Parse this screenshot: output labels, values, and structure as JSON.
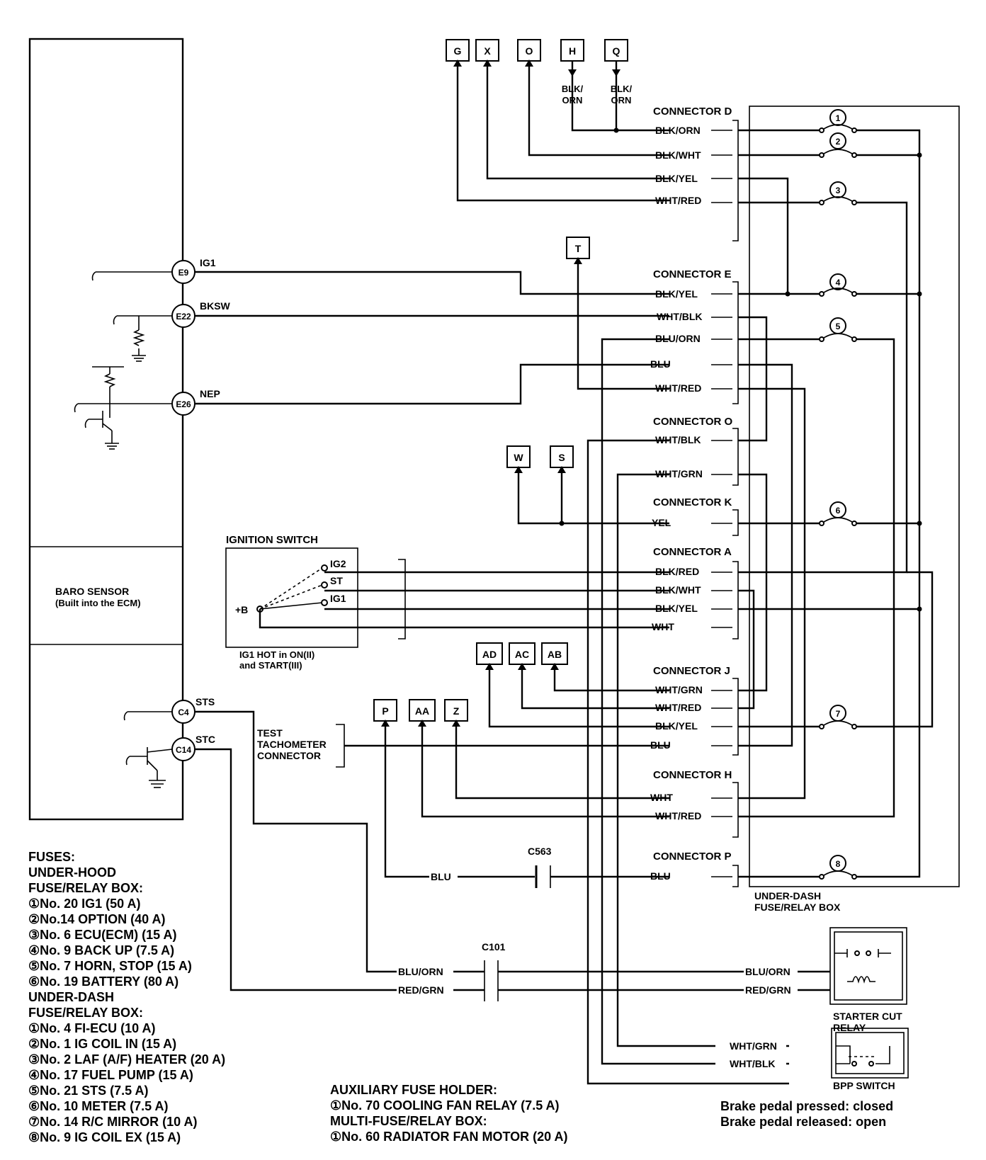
{
  "terminals": {
    "G": "G",
    "X": "X",
    "O": "O",
    "H": "H",
    "Q": "Q",
    "T": "T",
    "W": "W",
    "S": "S",
    "AD": "AD",
    "AC": "AC",
    "AB": "AB",
    "P": "P",
    "AA": "AA",
    "Z": "Z"
  },
  "terminal_wires": {
    "h_line1": "BLK/",
    "h_line2": "ORN",
    "q_line1": "BLK/",
    "q_line2": "ORN"
  },
  "ecm_pins": {
    "e9": "E9",
    "e9_sig": "IG1",
    "e22": "E22",
    "e22_sig": "BKSW",
    "e26": "E26",
    "e26_sig": "NEP",
    "c4": "C4",
    "c4_sig": "STS",
    "c14": "C14",
    "c14_sig": "STC"
  },
  "baro_sensor": {
    "line1": "BARO SENSOR",
    "line2": "(Built into the ECM)"
  },
  "connectors": {
    "d": {
      "name": "CONNECTOR D",
      "wires": [
        "BLK/ORN",
        "BLK/WHT",
        "BLK/YEL",
        "WHT/RED"
      ]
    },
    "e": {
      "name": "CONNECTOR E",
      "wires": [
        "BLK/YEL",
        "WHT/BLK",
        "BLU/ORN",
        "BLU",
        "WHT/RED"
      ]
    },
    "o": {
      "name": "CONNECTOR O",
      "wires": [
        "WHT/BLK",
        "WHT/GRN"
      ]
    },
    "k": {
      "name": "CONNECTOR K",
      "wires": [
        "YEL"
      ]
    },
    "a": {
      "name": "CONNECTOR A",
      "wires": [
        "BLK/RED",
        "BLK/WHT",
        "BLK/YEL",
        "WHT"
      ]
    },
    "j": {
      "name": "CONNECTOR J",
      "wires": [
        "WHT/GRN",
        "WHT/RED",
        "BLK/YEL",
        "BLU"
      ]
    },
    "h": {
      "name": "CONNECTOR H",
      "wires": [
        "WHT",
        "WHT/RED"
      ]
    },
    "p": {
      "name": "CONNECTOR P",
      "wires": [
        "BLU"
      ]
    }
  },
  "fuse_numbers": [
    "1",
    "2",
    "3",
    "4",
    "5",
    "6",
    "7",
    "8"
  ],
  "ignition_switch": {
    "title": "IGNITION SWITCH",
    "b": "+B",
    "ig2": "IG2",
    "st": "ST",
    "ig1": "IG1",
    "note1": "IG1 HOT in ON(II)",
    "note2": "and START(III)"
  },
  "test_tach": {
    "line1": "TEST",
    "line2": "TACHOMETER",
    "line3": "CONNECTOR"
  },
  "c563": {
    "name": "C563",
    "left_wire": "BLU",
    "right_wire": "BLU"
  },
  "c101": {
    "name": "C101",
    "wires": [
      "BLU/ORN",
      "RED/GRN"
    ]
  },
  "under_dash_box": {
    "line1": "UNDER-DASH",
    "line2": "FUSE/RELAY BOX"
  },
  "starter_relay": {
    "line1": "STARTER CUT",
    "line2": "RELAY",
    "wires": [
      "BLU/ORN",
      "RED/GRN"
    ]
  },
  "bpp_switch": {
    "name": "BPP SWITCH",
    "wires": [
      "WHT/GRN",
      "WHT/BLK"
    ]
  },
  "brake_note": [
    "Brake pedal pressed: closed",
    "Brake pedal released: open"
  ],
  "legend": {
    "lines": [
      "FUSES:",
      "UNDER-HOOD",
      "FUSE/RELAY BOX:",
      "①No. 20 IG1 (50 A)",
      "②No.14 OPTION (40 A)",
      "③No. 6 ECU(ECM) (15 A)",
      "④No. 9 BACK UP (7.5 A)",
      "⑤No. 7 HORN, STOP (15 A)",
      "⑥No. 19 BATTERY (80 A)",
      "UNDER-DASH",
      "FUSE/RELAY BOX:",
      "①No. 4 FI-ECU (10 A)",
      "②No. 1 IG COIL IN (15 A)",
      "③No. 2 LAF (A/F) HEATER (20 A)",
      "④No. 17 FUEL PUMP (15 A)",
      "⑤No. 21 STS (7.5 A)",
      "⑥No. 10 METER (7.5 A)",
      "⑦No. 14 R/C MIRROR (10 A)",
      "⑧No. 9 IG COIL EX (15 A)"
    ]
  },
  "aux": {
    "lines": [
      "AUXILIARY FUSE HOLDER:",
      "①No. 70 COOLING FAN RELAY (7.5 A)",
      "MULTI-FUSE/RELAY BOX:",
      "①No. 60 RADIATOR FAN MOTOR (20 A)"
    ]
  }
}
